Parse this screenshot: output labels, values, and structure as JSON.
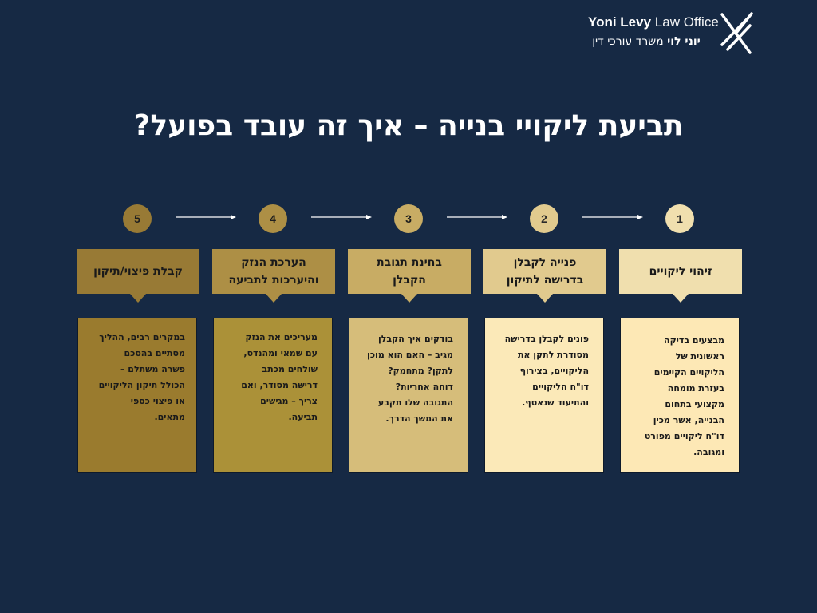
{
  "logo": {
    "name_en_bold": "Yoni Levy",
    "name_en_light": "Law Office",
    "name_he_bold": "יוני לוי",
    "name_he_light": "משרד עורכי דין"
  },
  "title": "תביעת ליקויי בנייה – איך זה עובד בפועל?",
  "colors": {
    "background": "#162944",
    "step1": "#f0dfae",
    "step2": "#e1ca8e",
    "step3": "#c8ac64",
    "step4": "#ad8f45",
    "step5": "#987a35",
    "body1": "#fde8b5",
    "body2": "#fbe9b8",
    "body3": "#d6bd7a",
    "body4": "#ab9138",
    "body5": "#9a7b2e"
  },
  "steps": [
    {
      "number": "1",
      "title": "זיהוי ליקויים",
      "description": "מבצעים בדיקה\nראשונית של\nהליקויים הקיימים\nבעזרת מומחה\nמקצועי בתחום\nהבנייה, אשר מכין\nדו\"ח ליקויים מפורט\nומגובה."
    },
    {
      "number": "2",
      "title": "פנייה לקבלן\nבדרישה לתיקון",
      "description": "פונים לקבלן בדרישה\nמסודרת לתקן את\nהליקויים, בצירוף\nדו\"ח הליקויים\nוהתיעוד שנאסף."
    },
    {
      "number": "3",
      "title": "בחינת תגובת\nהקבלן",
      "description": "בודקים איך הקבלן\nמגיב – האם הוא מוכן\nלתקן? מתחמק?\nדוחה אחריות?\nהתגובה שלו תקבע\nאת המשך הדרך."
    },
    {
      "number": "4",
      "title": "הערכת הנזק\nוהיערכות לתביעה",
      "description": "מעריכים את הנזק\nעם שמאי ומהנדס,\nשולחים מכתב\nדרישה מסודר, ואם\nצריך – מגישים\nתביעה."
    },
    {
      "number": "5",
      "title": "קבלת פיצוי/תיקון",
      "description": "במקרים רבים, ההליך\nמסתיים בהסכם\nפשרה משתלם –\nהכולל תיקון הליקויים\nאו פיצוי כספי\nמתאים."
    }
  ]
}
